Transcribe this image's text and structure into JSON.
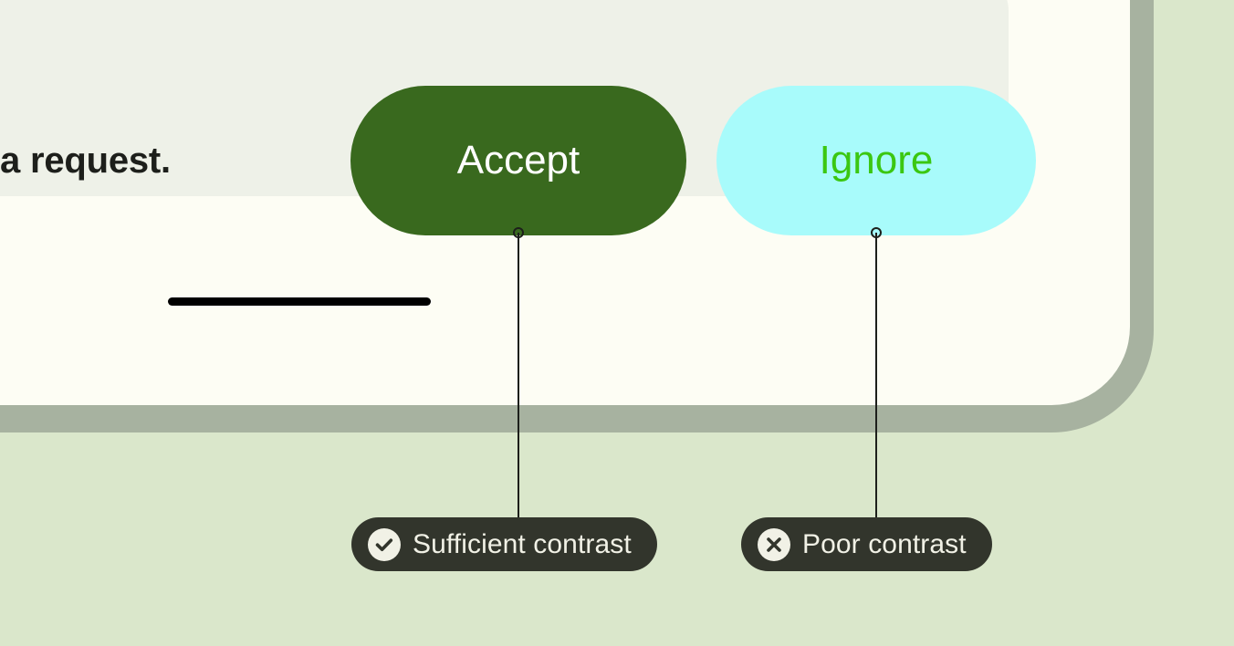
{
  "background": {
    "page_color": "#dae7cb",
    "frame_color": "#a7b2a0",
    "panel_color": "#fdfdf4",
    "card_color": "#eef1e8"
  },
  "message": {
    "text": "a request."
  },
  "actions": {
    "accept": {
      "label": "Accept",
      "background": "#39691e",
      "text_color": "#ffffff"
    },
    "ignore": {
      "label": "Ignore",
      "background": "#a8fbfb",
      "text_color": "#3bc711"
    }
  },
  "annotations": [
    {
      "icon": "check-circle-icon",
      "label": "Sufficient contrast",
      "pill_color": "#32352c",
      "text_color": "#f1f1e6",
      "target": "accept"
    },
    {
      "icon": "x-circle-icon",
      "label": "Poor contrast",
      "pill_color": "#32352c",
      "text_color": "#f1f1e6",
      "target": "ignore"
    }
  ]
}
